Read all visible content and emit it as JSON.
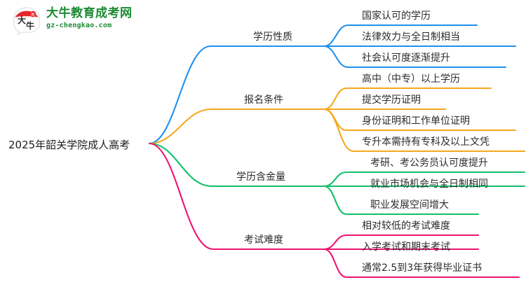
{
  "logo": {
    "mark_alt": "da-niu-logo",
    "mark_characters": "大牛",
    "brand_cn": "大牛教育成考网",
    "brand_url": "gz-chengkao.com",
    "brand_color": "#1a8a32",
    "mark_accent_color": "#e8262a"
  },
  "mindmap": {
    "root": {
      "label": "2025年韶关学院成人高考"
    },
    "branches": [
      {
        "label": "学历性质",
        "color": "#1e90f0",
        "children": [
          "国家认可的学历",
          "法律效力与全日制相当",
          "社会认可度逐渐提升"
        ]
      },
      {
        "label": "报名条件",
        "color": "#f5a81c",
        "children": [
          "高中（中专）以上学历",
          "提交学历证明",
          "身份证明和工作单位证明",
          "专升本需持有专科及以上文凭"
        ]
      },
      {
        "label": "学历含金量",
        "color": "#12c06a",
        "children": [
          "考研、考公务员认可度提升",
          "就业市场机会与全日制相同",
          "职业发展空间增大"
        ]
      },
      {
        "label": "考试难度",
        "color": "#ef1471",
        "children": [
          "相对较低的考试难度",
          "入学考试和期末考试",
          "通常2.5到3年获得毕业证书"
        ]
      }
    ]
  }
}
